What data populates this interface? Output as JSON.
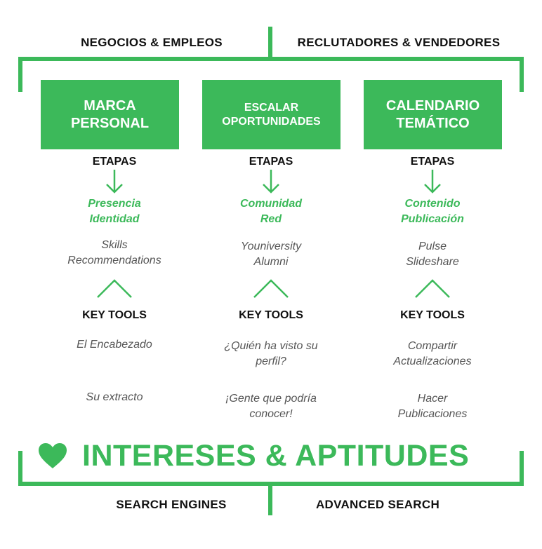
{
  "top": {
    "left_label": "NEGOCIOS & EMPLEOS",
    "right_label": "RECLUTADORES & VENDEDORES"
  },
  "columns": [
    {
      "title": "MARCA PERSONAL",
      "stages_label": "ETAPAS",
      "stage_1": "Presencia",
      "stage_2": "Identidad",
      "item_1": "Skills",
      "item_2": "Recommendations",
      "tools_label": "KEY TOOLS",
      "tool_a_1": "El Encabezado",
      "tool_a_2": "",
      "tool_b_1": "Su extracto",
      "tool_b_2": ""
    },
    {
      "title": "ESCALAR OPORTUNIDADES",
      "stages_label": "ETAPAS",
      "stage_1": "Comunidad",
      "stage_2": "Red",
      "item_1": "Youniversity",
      "item_2": "Alumni",
      "tools_label": "KEY TOOLS",
      "tool_a_1": "¿Quién ha visto su",
      "tool_a_2": "perfil?",
      "tool_b_1": "¡Gente que podría",
      "tool_b_2": "conocer!"
    },
    {
      "title": "CALENDARIO TEMÁTICO",
      "stages_label": "ETAPAS",
      "stage_1": "Contenido",
      "stage_2": "Publicación",
      "item_1": "Pulse",
      "item_2": "Slideshare",
      "tools_label": "KEY TOOLS",
      "tool_a_1": "Compartir",
      "tool_a_2": "Actualizaciones",
      "tool_b_1": "Hacer",
      "tool_b_2": "Publicaciones"
    }
  ],
  "bottom": {
    "banner": "INTERESES & APTITUDES",
    "banner_icon": "heart-icon",
    "left_label": "SEARCH ENGINES",
    "right_label": "ADVANCED SEARCH"
  },
  "colors": {
    "accent": "#3cb95a",
    "text": "#111111",
    "muted": "#555555"
  }
}
